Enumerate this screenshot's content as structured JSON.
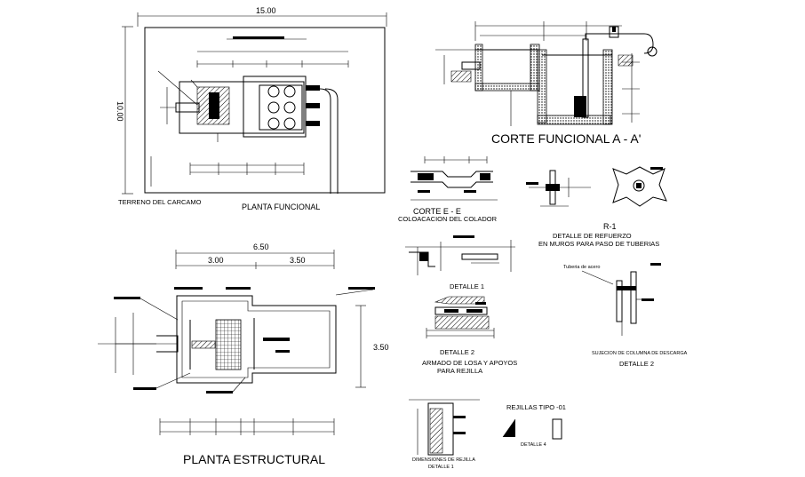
{
  "planta_funcional": {
    "title": "PLANTA FUNCIONAL",
    "dim_width": "15.00",
    "dim_height": "10.00",
    "terrain_label": "TERRENO DEL CARCAMO"
  },
  "corte_funcional": {
    "title": "CORTE FUNCIONAL A  - A'"
  },
  "corte_e": {
    "title": "CORTE  E - E",
    "subtitle": "COLOACACION DEL COLADOR"
  },
  "detalle_refuerzo": {
    "code": "R-1",
    "line1": "DETALLE DE REFUERZO",
    "line2": "EN MUROS PARA PASO DE TUBERIAS"
  },
  "planta_estructural": {
    "title": "PLANTA ESTRUCTURAL",
    "dim_total": "6.50",
    "dim_left": "3.00",
    "dim_right": "3.50",
    "dim_height": "3.50"
  },
  "detalle_1": {
    "title": "DETALLE 1"
  },
  "detalle_2_losa": {
    "title": "DETALLE 2",
    "line1": "ARMADO DE LOSA Y APOYOS",
    "line2": "PARA REJILLA"
  },
  "detalle_2_columna": {
    "title": "DETALLE 2",
    "pipe_label": "Tuberia de acero",
    "caption": "SUJECION DE COLUMNA DE DESCARGA"
  },
  "rejillas": {
    "title": "REJILLAS TIPO -01",
    "dims_caption": "DIMENSIONES DE REJILLA",
    "dims_detail": "DETALLE 1",
    "detail4": "DETALLE 4"
  }
}
